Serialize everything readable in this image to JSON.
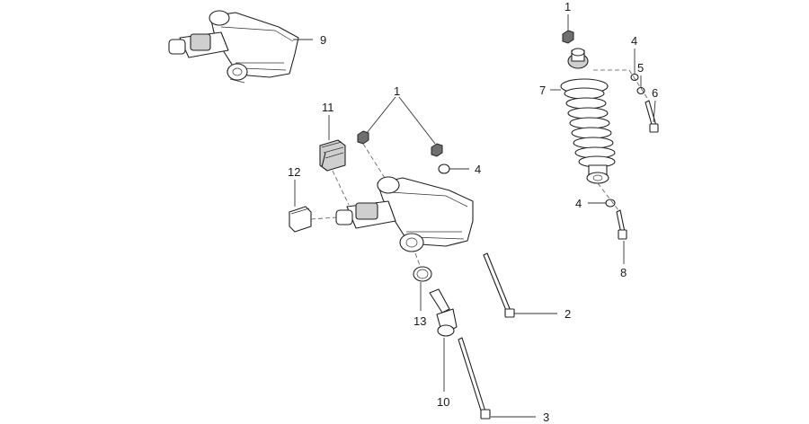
{
  "callouts": {
    "c1_top": "1",
    "c1_mid": "1",
    "c2": "2",
    "c3": "3",
    "c4_top": "4",
    "c4_mid": "4",
    "c4_low": "4",
    "c5": "5",
    "c6": "6",
    "c7": "7",
    "c8": "8",
    "c9": "9",
    "c10": "10",
    "c11": "11",
    "c12": "12",
    "c13": "13"
  }
}
